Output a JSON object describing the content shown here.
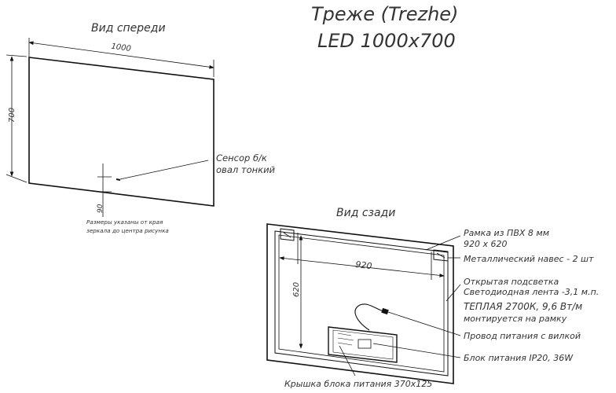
{
  "title": {
    "line1": "Треже (Trezhe)",
    "line2": "LED 1000x700"
  },
  "front_view": {
    "label": "Вид спереди",
    "width": "1000",
    "height": "700",
    "sensor_offset": "90",
    "sensor_line1": "Сенсор б/к",
    "sensor_line2": "овал тонкий",
    "note_line1": "Размеры указаны от края",
    "note_line2": "зеркала до центра рисунка"
  },
  "back_view": {
    "label": "Вид сзади",
    "frame_width": "920",
    "frame_height": "620",
    "cover_label": "Крышка блока питания 370x125"
  },
  "callouts": {
    "frame_line1": "Рамка из ПВХ 8 мм",
    "frame_line2": "920 x 620",
    "hanger": "Металлический навес - 2 шт",
    "led_line1": "Открытая подсветка",
    "led_line2": "Светодиодная лента -3,1 м.п.",
    "led_line3": "ТЕПЛАЯ 2700К, 9,6 Вт/м",
    "led_line4": "монтируется на рамку",
    "cable": "Провод питания с вилкой",
    "psu": "Блок питания IP20, 36W"
  },
  "colors": {
    "line": "#111111",
    "text": "#333333"
  }
}
